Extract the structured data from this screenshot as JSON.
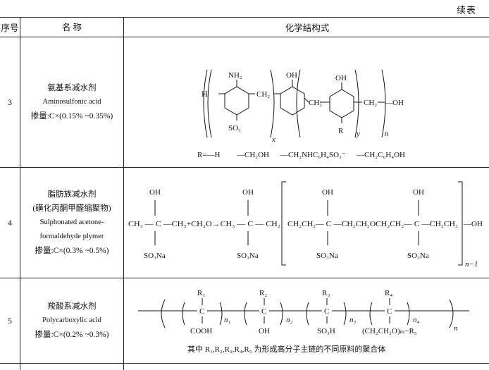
{
  "header": {
    "continued": "续表",
    "col_no": "序号",
    "col_name": "名  称",
    "col_struct": "化学结构式"
  },
  "rows": [
    {
      "no": "3",
      "name_cn": "氨基系减水剂",
      "name_en": "Aminosulfonic acid",
      "dosage": "掺量:C×(0.15% ~0.35%)",
      "formula": {
        "h": "H",
        "nh2": "NH₂",
        "oh1": "OH",
        "ch2a": "CH₂",
        "so3": "SO₃",
        "x": "x",
        "oh2": "OH",
        "ch2b": "CH₂",
        "oh3": "OH",
        "ch2c": "CH₂",
        "ohend": "—OH",
        "r": "R",
        "y": "y",
        "n": "n",
        "r_def": "R=—H",
        "r_opt1": "—CH₂OH",
        "r_opt2": "—CH₂NHC₆H₄SO₃⁻",
        "r_opt3": "—CH₂C₆H₄OH"
      }
    },
    {
      "no": "4",
      "name_cn": "脂肪族减水剂",
      "name_cn2": "(磺化丙酮甲醛缩聚物)",
      "name_en1": "Sulphonated acetone-",
      "name_en2": "formaldehyde plymer",
      "dosage": "掺量:C×(0.3% ~0.5%)",
      "formula": {
        "oh": "OH",
        "left": "CH₃ — C —CH₃+CH₂O→CH₃ — C — CH₂",
        "mid": "CH₂CH₂— C —CH₂CH₂OCH₂CH₂— C —CH₂CH₂",
        "end": "—OH",
        "so3na": "SO₃Na",
        "n_minus_1": "n−1"
      }
    },
    {
      "no": "5",
      "name_cn": "羧酸系减水剂",
      "name_en": "Polycarboxylic acid",
      "dosage": "掺量:C×(0.2% ~0.3%)",
      "formula": {
        "r1": "R₁",
        "r2": "R₂",
        "r3": "R₃",
        "r4": "R₄",
        "c": "C",
        "sub1": "COOH",
        "sub2": "OH",
        "sub3": "SO₃H",
        "sub4": "(CH₂CH₂O)ₘ−R₅",
        "n1": "n₁",
        "n2": "n₂",
        "n3": "n₃",
        "n4": "n₄",
        "n": "n",
        "note": "其中 R₁,R₂,R₃,R₄,R₅ 为形成高分子主链的不同原料的聚合体"
      }
    }
  ]
}
